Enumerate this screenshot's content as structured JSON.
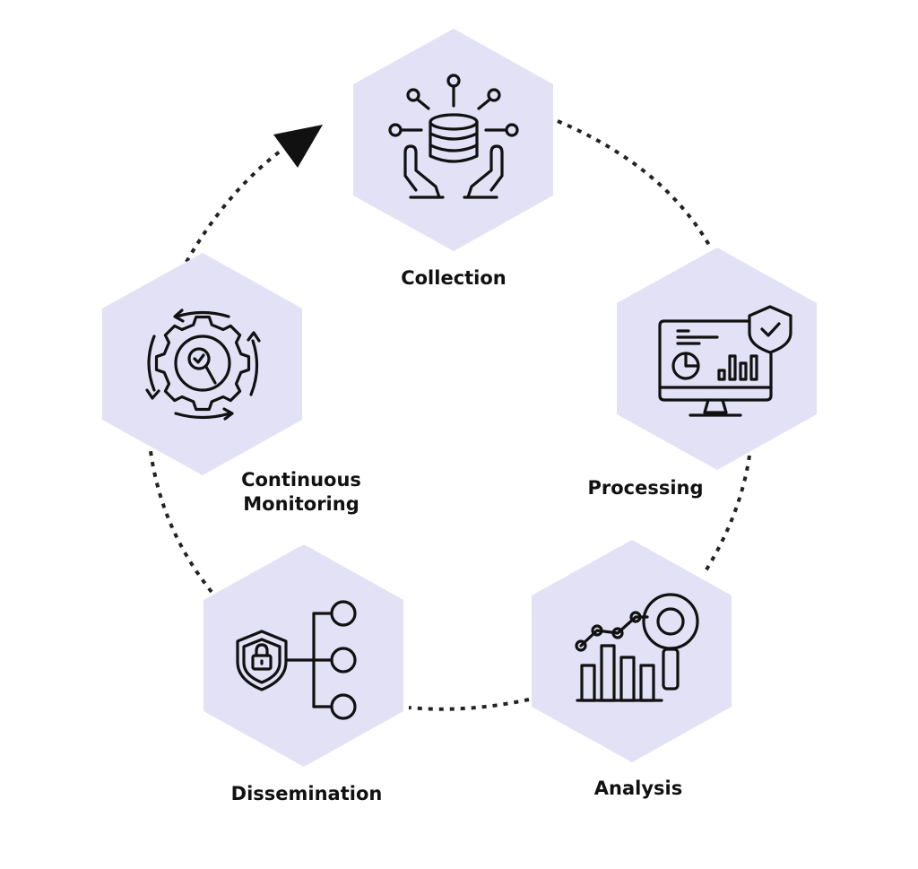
{
  "colors": {
    "hexagon_fill": "#e3e1f5",
    "icon_stroke": "#111111",
    "dots": "#222222",
    "arrow": "#111111",
    "background": "#ffffff"
  },
  "flow": {
    "direction": "clockwise",
    "arrow_icon": "triangle-arrowhead-icon"
  },
  "stages": [
    {
      "id": "collection",
      "label": "Collection",
      "icon": "database-in-hands-icon"
    },
    {
      "id": "processing",
      "label": "Processing",
      "icon": "monitor-dashboard-shield-icon"
    },
    {
      "id": "analysis",
      "label": "Analysis",
      "icon": "bar-chart-magnifier-icon"
    },
    {
      "id": "dissemination",
      "label": "Dissemination",
      "icon": "shield-lock-network-icon"
    },
    {
      "id": "monitoring",
      "label_line1": "Continuous",
      "label_line2": "Monitoring",
      "icon": "gear-search-cycle-icon"
    }
  ]
}
